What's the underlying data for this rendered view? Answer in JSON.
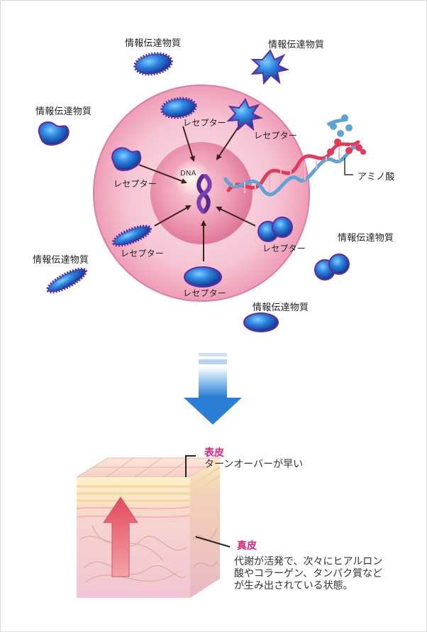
{
  "cell": {
    "dna_label": "DNA",
    "transmitter_labels": [
      "情報伝達物質",
      "情報伝達物質",
      "情報伝達物質",
      "情報伝達物質",
      "情報伝達物質",
      "情報伝達物質"
    ],
    "receptor_labels": [
      "レセプター",
      "レセプター",
      "レセプター",
      "レセプター",
      "レセプター",
      "レセプター"
    ],
    "amino_acid_label": "アミノ酸"
  },
  "skin": {
    "epidermis_title": "表皮",
    "epidermis_desc": "ターンオーバーが早い",
    "dermis_title": "真皮",
    "dermis_desc_lines": [
      "代謝が活発で、次々にヒアルロン",
      "酸やコラーゲン、タンパク質など",
      "が生み出されている状態。"
    ]
  },
  "colors": {
    "cell_outer": "#f3b9cb",
    "cell_nucleus": "#e78aa6",
    "molecule_blue": "#1e5fc4",
    "molecule_outline": "#6a2a9c",
    "dna_red": "#e33a59",
    "dna_blue": "#5fa3d6",
    "arrow_blue": "#2b7fd6",
    "accent_pink": "#e0217a"
  }
}
